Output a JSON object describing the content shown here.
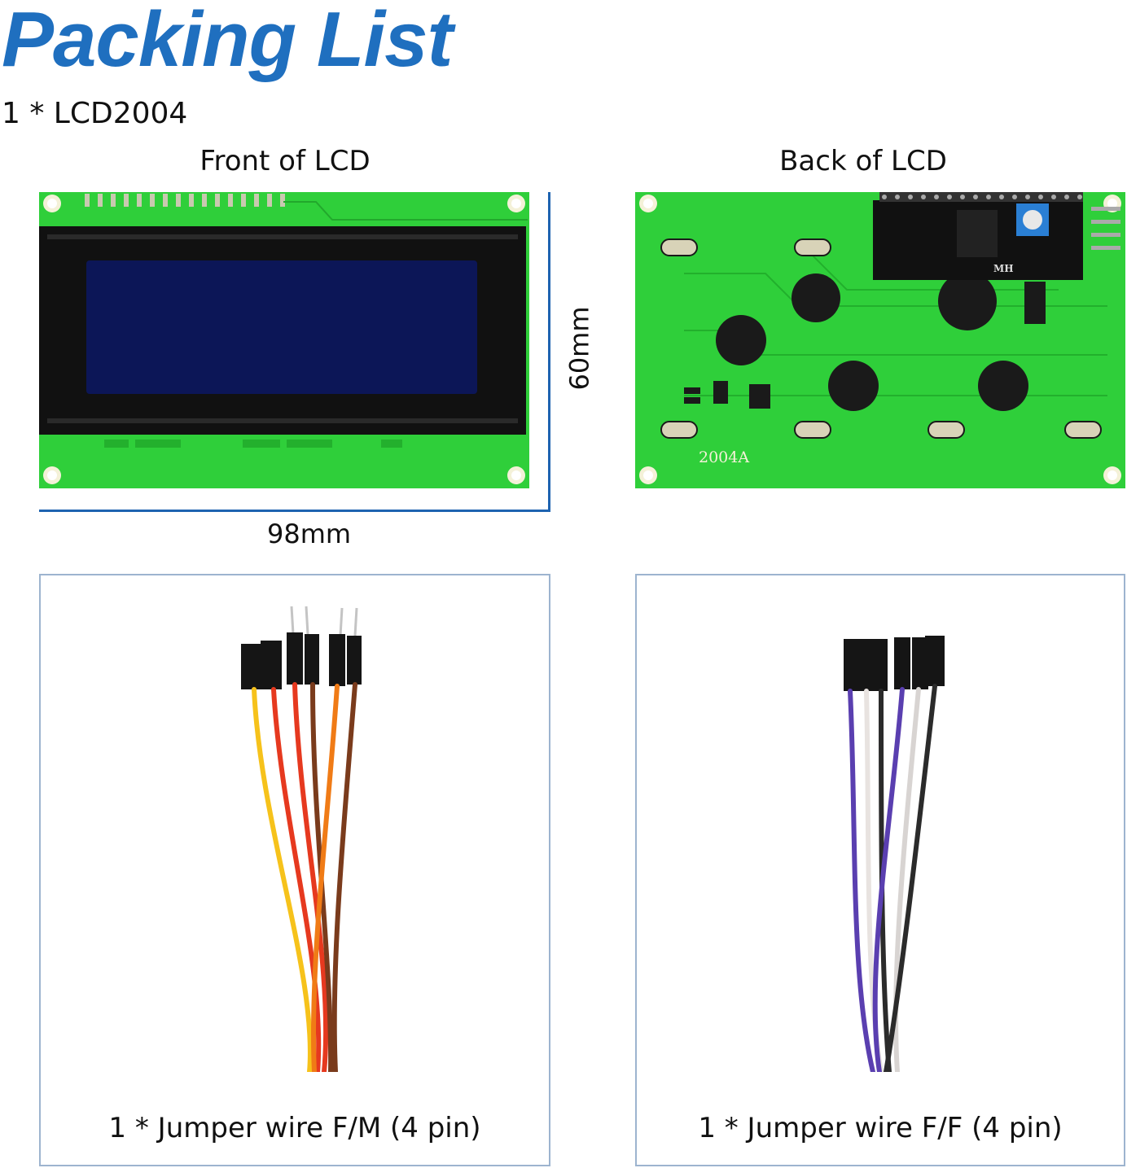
{
  "header": {
    "title": "Packing List",
    "item_main": "1 * LCD2004"
  },
  "lcd": {
    "front_caption": "Front of LCD",
    "back_caption": "Back of LCD",
    "width_label": "98mm",
    "height_label": "60mm",
    "model_marking": "2004A",
    "module_marking": "MH",
    "colors": {
      "pcb": "#2fcf3a",
      "screen": "#0c1657",
      "bezel": "#111111",
      "dimension": "#1e63b0"
    }
  },
  "accessories": [
    {
      "label": "1 * Jumper wire F/M (4 pin)",
      "wire_colors": [
        "#f6c21b",
        "#e6391f",
        "#f07b16",
        "#7a3b1c"
      ]
    },
    {
      "label": "1 * Jumper wire F/F (4 pin)",
      "wire_colors": [
        "#5a3fb0",
        "#e8e3e0",
        "#2b2b2b",
        "#d8d4d2"
      ]
    }
  ]
}
